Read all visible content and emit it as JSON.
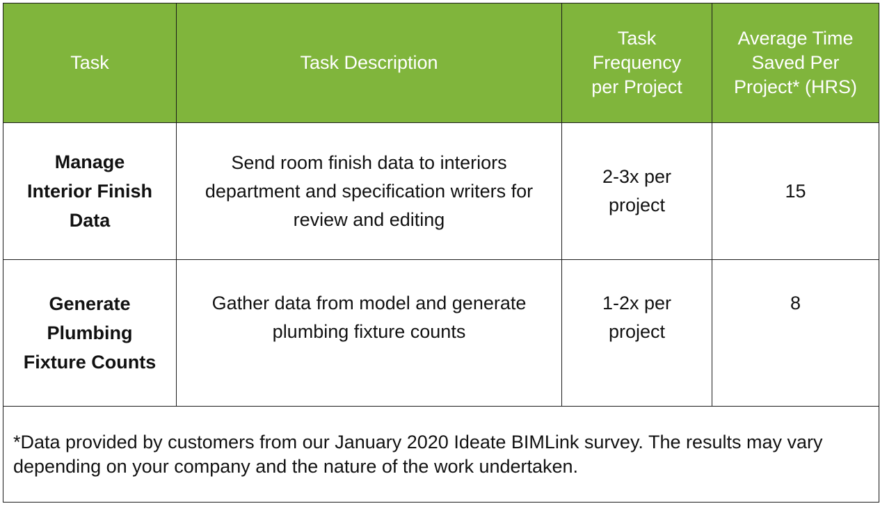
{
  "table": {
    "headers": [
      "Task",
      "Task Description",
      "Task Frequency per Project",
      "Average Time Saved Per Project* (HRS)"
    ],
    "rows": [
      {
        "task": "Manage Interior Finish Data",
        "description": "Send room finish data to interiors department and specification writers for review and editing",
        "frequency": "2-3x per project",
        "time_saved": "15"
      },
      {
        "task": "Generate Plumbing Fixture Counts",
        "description": "Gather data from model and generate plumbing fixture counts",
        "frequency": "1-2x per project",
        "time_saved": "8"
      }
    ],
    "footnote": "*Data provided by customers from our January 2020 Ideate BIMLink survey. The results may vary depending on your company and the nature of the work undertaken."
  },
  "colors": {
    "header_background": "#80b53c",
    "header_text": "#ffffff",
    "border": "#1a1a1a"
  }
}
